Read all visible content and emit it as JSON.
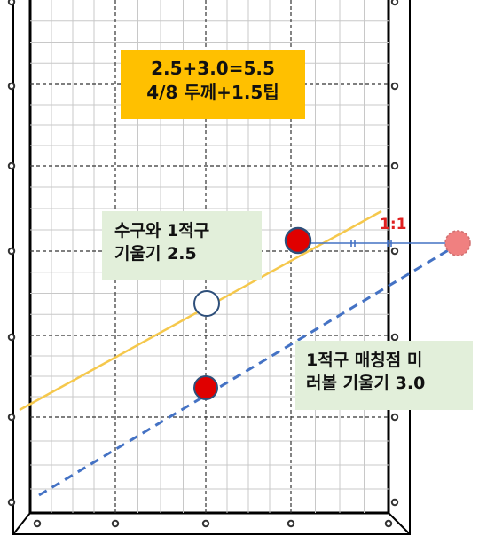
{
  "formula": {
    "line1": "2.5+3.0=5.5",
    "line2": "4/8 두께+1.5팁"
  },
  "cue_ball_label": {
    "line1": "수구와 1적구",
    "line2": "기울기 2.5"
  },
  "mirror_label": {
    "line1": "1적구 매칭점 미",
    "line2": "러볼 기울기 3.0"
  },
  "ratio_label": "1:1",
  "colors": {
    "yellow_line": "#f5c84c",
    "blue_dashed_line": "#4472c4",
    "red_ball": "#e00000",
    "mirror_ball": "#f08080",
    "formula_bg": "#ffc000",
    "label_bg": "#e2efda",
    "ratio_text": "#e02020"
  }
}
